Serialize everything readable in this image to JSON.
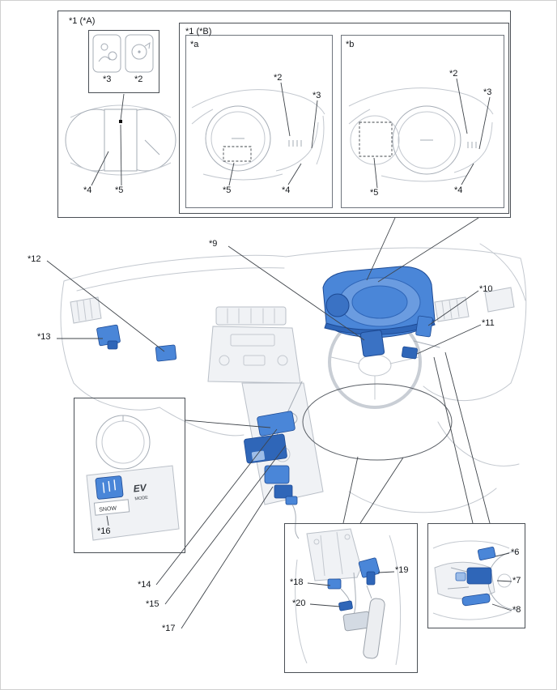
{
  "colors": {
    "highlight_blue": "#4a86d8",
    "highlight_blue_dark": "#2f66b8",
    "highlight_blue_light": "#9dbde8",
    "art_gray": "#c3c8cf",
    "leader_line": "#3f444a"
  },
  "callouts": {
    "n1a": "*1 (*A)",
    "n1b": "*1 (*B)",
    "sub_a": "*a",
    "sub_b": "*b",
    "n2": "*2",
    "n3": "*3",
    "n4": "*4",
    "n5": "*5",
    "n6": "*6",
    "n7": "*7",
    "n8": "*8",
    "n9": "*9",
    "n10": "*10",
    "n11": "*11",
    "n12": "*12",
    "n13": "*13",
    "n14": "*14",
    "n15": "*15",
    "n16": "*16",
    "n17": "*17",
    "n18": "*18",
    "n19": "*19",
    "n20": "*20"
  },
  "switch_panel": {
    "snow_label": "SNOW",
    "ev_label": "EV",
    "mode_label": "MODE"
  }
}
